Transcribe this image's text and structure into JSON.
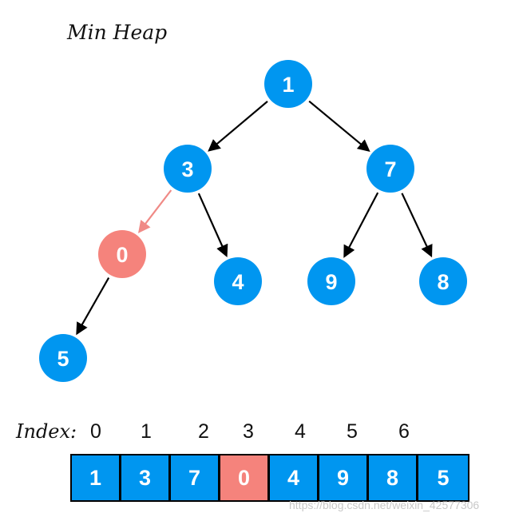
{
  "title": "Min Heap",
  "colors": {
    "node": "#0096f0",
    "highlight": "#f5837c",
    "edge": "#000000",
    "highlight_edge": "#f08a86"
  },
  "tree": {
    "nodes": [
      {
        "id": "n1",
        "label": "1",
        "highlight": false
      },
      {
        "id": "n3",
        "label": "3",
        "highlight": false
      },
      {
        "id": "n7",
        "label": "7",
        "highlight": false
      },
      {
        "id": "n0",
        "label": "0",
        "highlight": true
      },
      {
        "id": "n4",
        "label": "4",
        "highlight": false
      },
      {
        "id": "n9",
        "label": "9",
        "highlight": false
      },
      {
        "id": "n8",
        "label": "8",
        "highlight": false
      },
      {
        "id": "n5",
        "label": "5",
        "highlight": false
      }
    ],
    "edges": [
      {
        "from": "n1",
        "to": "n3",
        "highlight": false
      },
      {
        "from": "n1",
        "to": "n7",
        "highlight": false
      },
      {
        "from": "n3",
        "to": "n0",
        "highlight": true
      },
      {
        "from": "n3",
        "to": "n4",
        "highlight": false
      },
      {
        "from": "n7",
        "to": "n9",
        "highlight": false
      },
      {
        "from": "n7",
        "to": "n8",
        "highlight": false
      },
      {
        "from": "n0",
        "to": "n5",
        "highlight": false
      }
    ]
  },
  "index_label": "Index:",
  "indices": [
    "0",
    "1",
    "2",
    "3",
    "4",
    "5",
    "6"
  ],
  "array": [
    {
      "value": "1",
      "highlight": false
    },
    {
      "value": "3",
      "highlight": false
    },
    {
      "value": "7",
      "highlight": false
    },
    {
      "value": "0",
      "highlight": true
    },
    {
      "value": "4",
      "highlight": false
    },
    {
      "value": "9",
      "highlight": false
    },
    {
      "value": "8",
      "highlight": false
    },
    {
      "value": "5",
      "highlight": false
    }
  ],
  "watermark": "https://blog.csdn.net/weixin_42577306"
}
